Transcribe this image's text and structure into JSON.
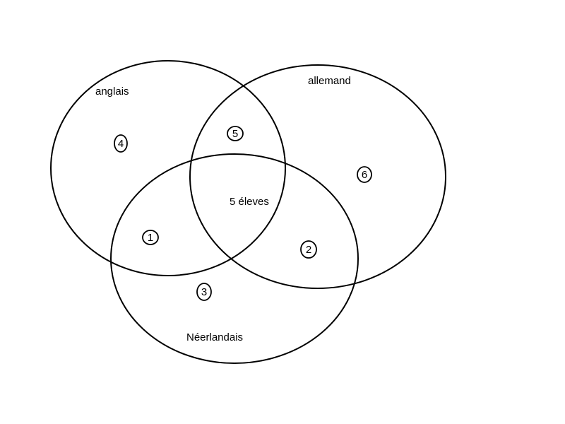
{
  "sets": {
    "anglais": "anglais",
    "allemand": "allemand",
    "neerlandais": "Néerlandais"
  },
  "regions": {
    "anglais_only": "4",
    "anglais_allemand": "5",
    "allemand_only": "6",
    "all_three": "5 éleves",
    "anglais_neerlandais": "1",
    "allemand_neerlandais": "2",
    "neerlandais_only": "3"
  }
}
